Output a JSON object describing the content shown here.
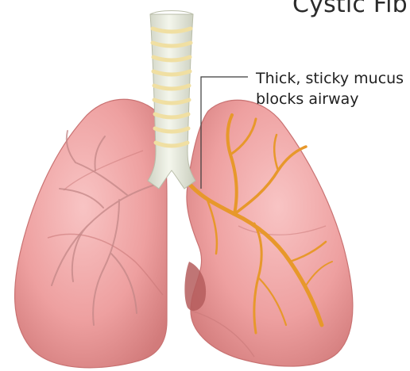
{
  "title": "Cystic Fib",
  "callout": {
    "line1": "Thick, sticky mucus",
    "line2": "blocks airway"
  },
  "colors": {
    "lung_fill": "#f0a6a6",
    "lung_shade": "#d98080",
    "lung_highlight": "#fbd6d6",
    "trachea": "#e9eddc",
    "cartilage_ring": "#f3e2a9",
    "mucus": "#e7982b",
    "vessel": "#c98585"
  }
}
